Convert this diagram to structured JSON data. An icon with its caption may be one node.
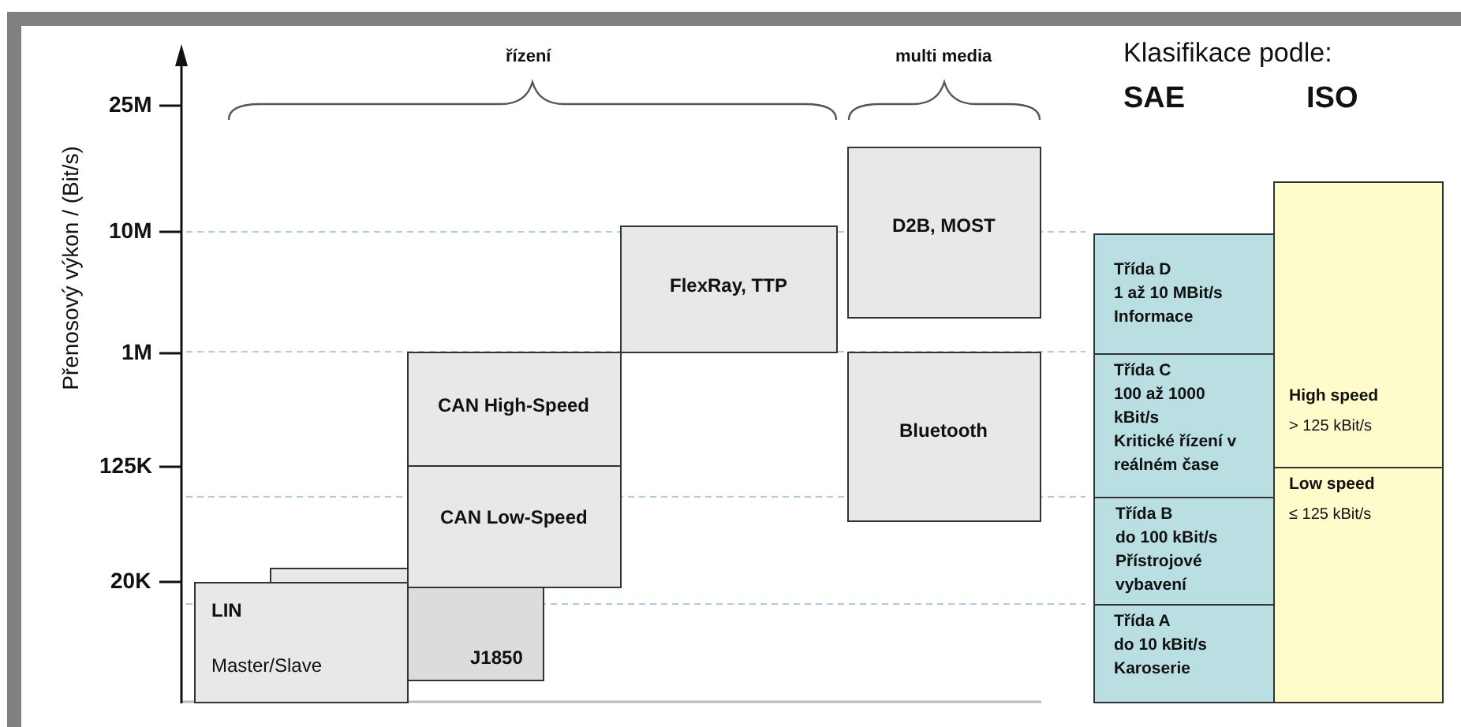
{
  "diagram": {
    "nodes": [
      {
        "text": [
          "LIN",
          "Master/Slave"
        ]
      },
      {
        "text": [],
        "shape": "box"
      },
      {
        "text": [
          "J1850"
        ]
      },
      {
        "text": [
          "CAN High-Speed"
        ]
      },
      {
        "text": [
          "CAN Low-Speed"
        ]
      },
      {
        "text": [
          "FlexRay, TTP"
        ]
      },
      {
        "text": [
          "D2B, MOST"
        ]
      },
      {
        "text": [
          "Bluetooth"
        ]
      },
      {
        "text": [
          "Třída D",
          "1 až 10 MBit/s",
          "Informace"
        ]
      },
      {
        "text": [
          "Třída C",
          "100 až 1000 kBit/s",
          "Kritické řízení v reálném čase"
        ]
      },
      {
        "text": [
          "Třída B",
          "do 100 kBit/s",
          "Přístrojové vybavení"
        ]
      },
      {
        "text": [
          "Třída A",
          "do 10 kBit/s",
          "Karoserie"
        ]
      },
      {
        "text": [
          "High speed",
          "> 125 kBit/s"
        ]
      },
      {
        "text": [
          "Low speed",
          "≤ 125 kBit/s"
        ]
      }
    ],
    "edges": [],
    "labels": [
      "řízení",
      "multi media",
      "Klasifikace podle:",
      "SAE",
      "ISO",
      "25M",
      "10M",
      "1M",
      "125K",
      "20K",
      "Přenosový výkon / (Bit/s)"
    ]
  }
}
